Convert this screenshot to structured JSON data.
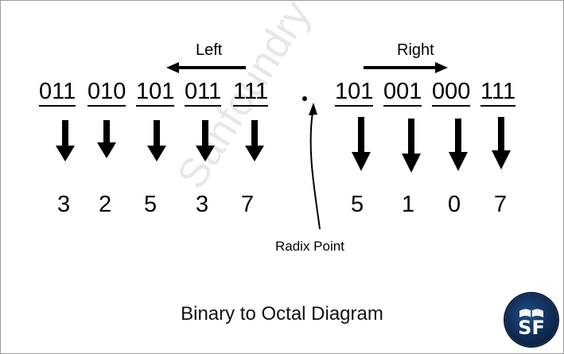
{
  "left_label": "Left",
  "right_label": "Right",
  "left_groups": [
    "011",
    "010",
    "101",
    "011",
    "111"
  ],
  "right_groups": [
    "101",
    "001",
    "000",
    "111"
  ],
  "left_digits": [
    "3",
    "2",
    "5",
    "3",
    "7"
  ],
  "right_digits": [
    "5",
    "1",
    "0",
    "7"
  ],
  "radix_point_label": "Radix Point",
  "caption": "Binary to Octal Diagram",
  "watermark": "Sanfoundry",
  "logo": {
    "text": "SF",
    "icon": "book-icon",
    "color": "#112b52"
  }
}
